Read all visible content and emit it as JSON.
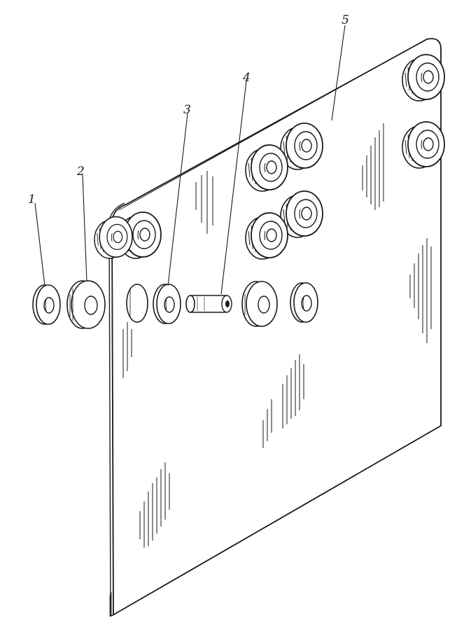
{
  "figure": {
    "ink_color": "#1a1a1a",
    "paper_color": "#ffffff",
    "callouts": [
      {
        "id": "1",
        "label": "1"
      },
      {
        "id": "2",
        "label": "2"
      },
      {
        "id": "3",
        "label": "3"
      },
      {
        "id": "4",
        "label": "4"
      },
      {
        "id": "5",
        "label": "5"
      }
    ]
  }
}
